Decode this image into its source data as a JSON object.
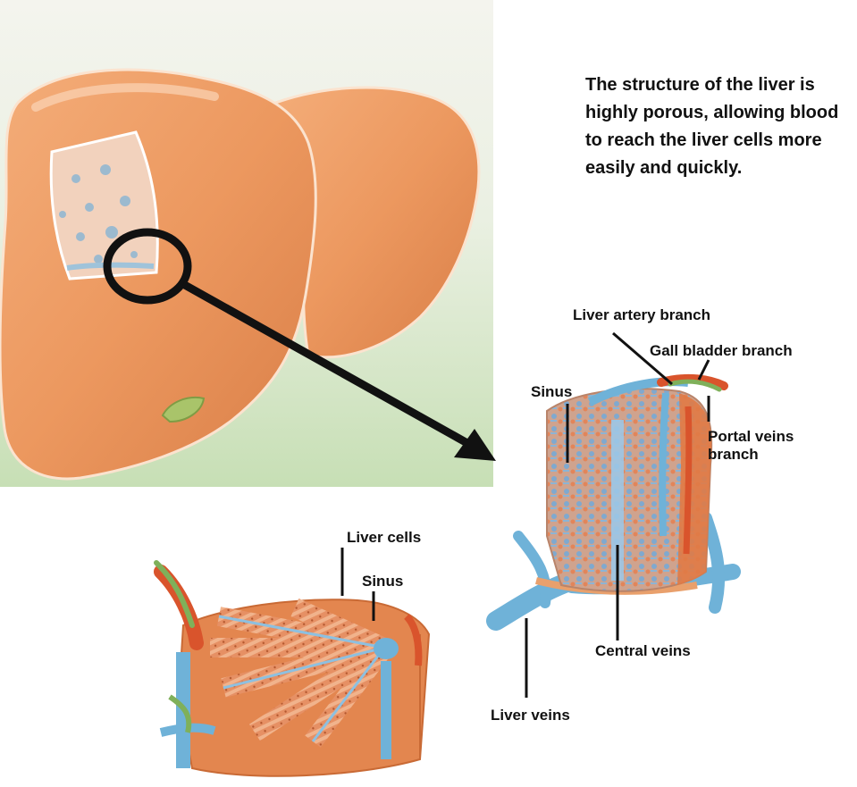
{
  "description": {
    "text": "The structure of the liver is highly porous, allowing blood to reach the liver cells more easily and quickly."
  },
  "labels": {
    "liver_artery_branch": "Liver artery branch",
    "gall_bladder_branch": "Gall bladder branch",
    "sinus_upper": "Sinus",
    "portal_veins_branch": "Portal veins\nbranch",
    "liver_cells": "Liver cells",
    "sinus_lower": "Sinus",
    "central_veins": "Central veins",
    "liver_veins": "Liver veins"
  },
  "colors": {
    "liver_orange": "#ec9a62",
    "vessel_blue": "#6fb2d8",
    "vessel_red": "#d9542c",
    "bile_green": "#7fb05a",
    "background_green": "#cfe3bf",
    "pointer_black": "#111111"
  }
}
